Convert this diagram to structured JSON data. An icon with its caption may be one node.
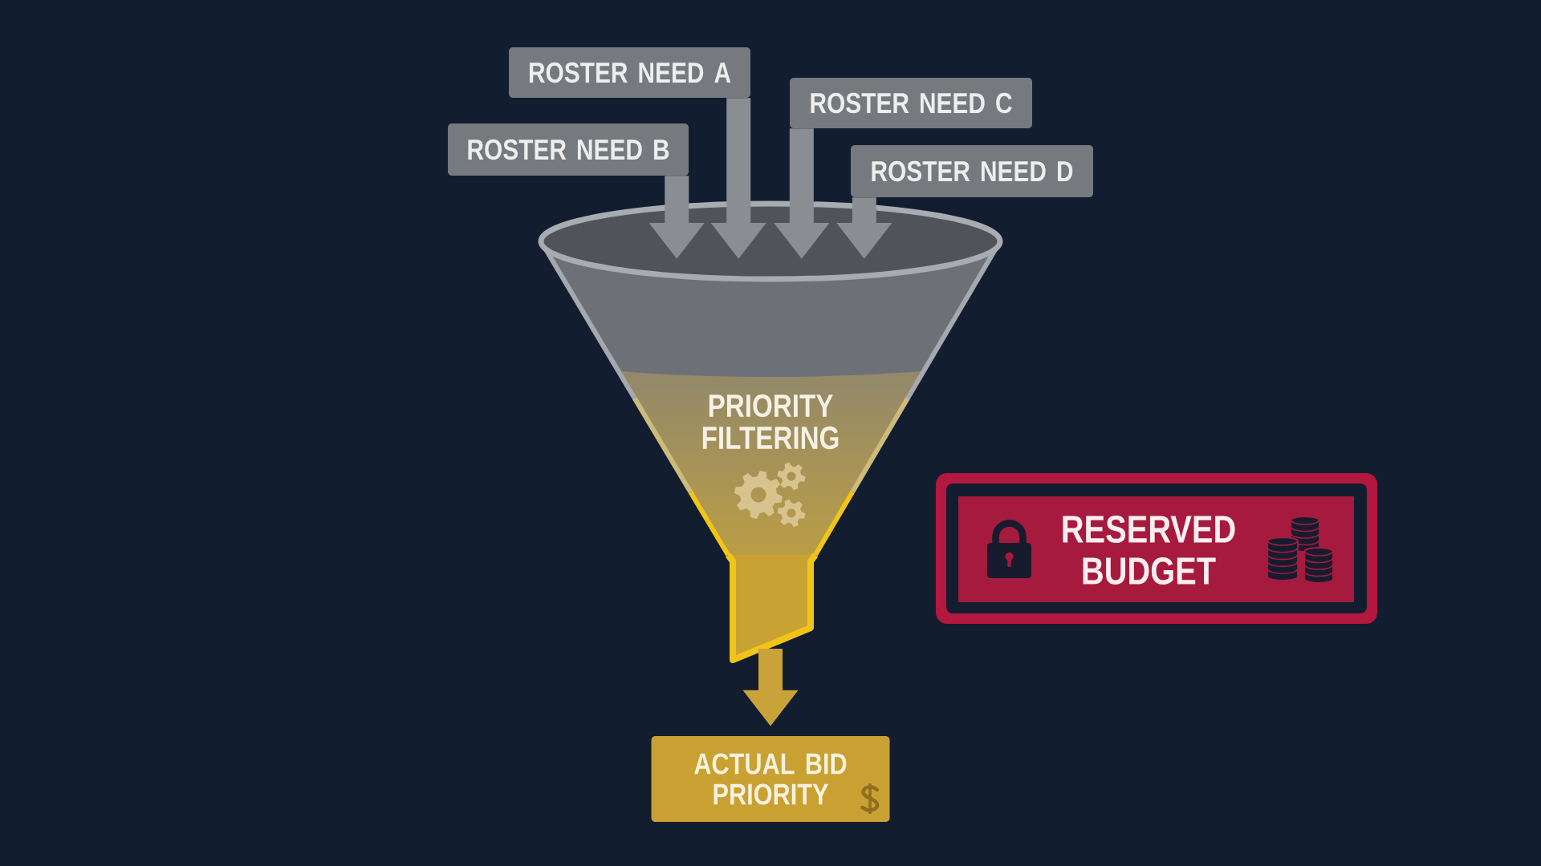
{
  "diagram": {
    "nodes": [
      {
        "text": [
          "ROSTER NEED A"
        ]
      },
      {
        "text": [
          "ROSTER NEED B"
        ]
      },
      {
        "text": [
          "ROSTER NEED C"
        ]
      },
      {
        "text": [
          "ROSTER NEED D"
        ]
      },
      {
        "text": [
          "PRIORITY FILTERING"
        ]
      },
      {
        "text": [
          "ACTUAL BID PRIORITY"
        ]
      },
      {
        "text": [
          "RESERVED BUDGET"
        ]
      }
    ],
    "edges": [
      {
        "from": 0,
        "to": 4,
        "arrow": "to"
      },
      {
        "from": 1,
        "to": 4,
        "arrow": "to"
      },
      {
        "from": 2,
        "to": 4,
        "arrow": "to"
      },
      {
        "from": 3,
        "to": 4,
        "arrow": "to"
      },
      {
        "from": 4,
        "to": 5,
        "arrow": "to",
        "color": "#c9a23a"
      }
    ]
  }
}
